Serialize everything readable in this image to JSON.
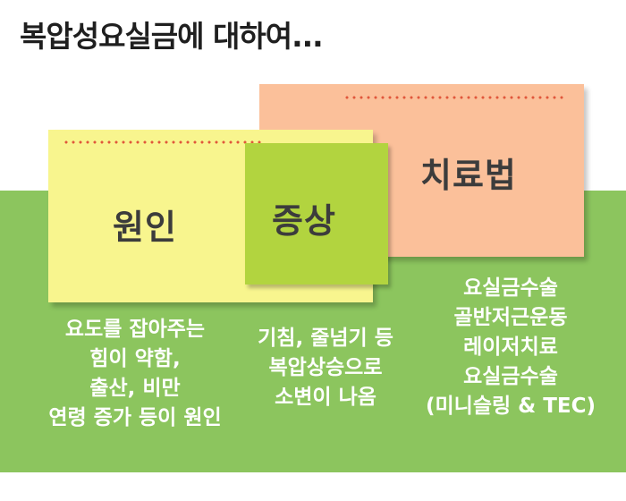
{
  "title": "복압성요실금에 대하여...",
  "notes": {
    "cause_label": "원인",
    "symptom_label": "증상",
    "treatment_label": "치료법"
  },
  "descriptions": {
    "cause": [
      "요도를 잡아주는",
      "힘이 약함,",
      "출산, 비만",
      "연령 증가 등이 원인"
    ],
    "symptom": [
      "기침, 줄넘기 등",
      "복압상승으로",
      "소변이 나옴"
    ],
    "treatment": [
      "요실금수술",
      "골반저근운동",
      "레이저치료",
      "요실금수술",
      "(미니슬링 & TEC)"
    ]
  },
  "colors": {
    "green_band": "#8cc55e",
    "yellow_note": "#f8f58e",
    "orange_note": "#fbc09a",
    "lime_note": "#b2d43f",
    "dot_accent": "#e0573b"
  }
}
